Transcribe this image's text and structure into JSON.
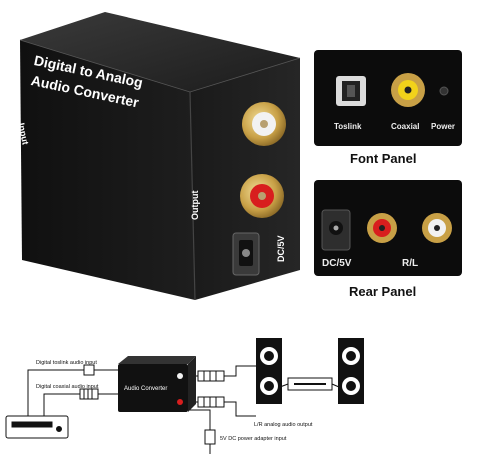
{
  "device": {
    "title_line1": "Digital to Analog",
    "title_line2": "Audio Converter",
    "input_label": "Input",
    "output_label": "Output",
    "power_label": "DC/5V"
  },
  "front_panel": {
    "heading": "Font Panel",
    "ports": [
      "Toslink",
      "Coaxial",
      "Power"
    ]
  },
  "rear_panel": {
    "heading": "Rear Panel",
    "ports": [
      "DC/5V",
      "R/L"
    ]
  },
  "diagram": {
    "toslink_label": "Digital toslink audio input",
    "coaxial_label": "Digital coaxial audio input",
    "converter_label": "Audio Converter",
    "analog_out_label": "L/R analog audio output",
    "power_label": "5V DC power adapter input"
  },
  "colors": {
    "device": "#1a1a1a",
    "rca_red": "#d81e1e",
    "rca_white": "#f2f2f2",
    "rca_yellow": "#f2d21a",
    "gold": "#c8a046"
  }
}
